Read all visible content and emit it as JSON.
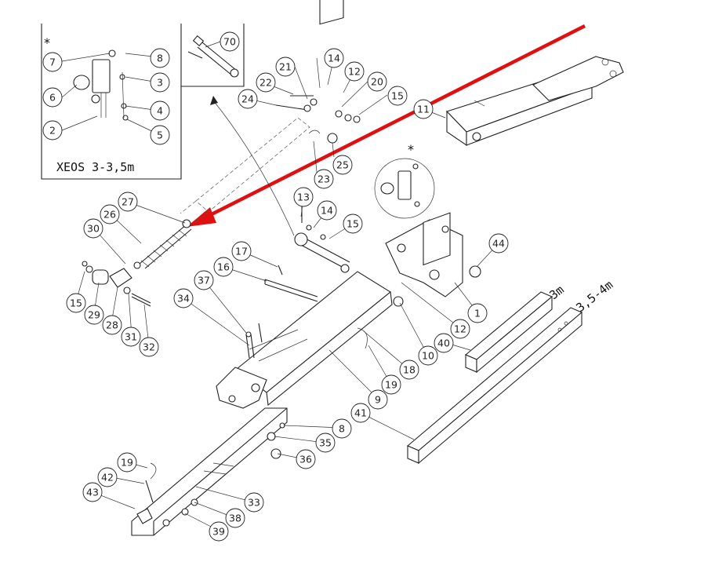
{
  "diagram": {
    "inset_caption": "XEOS 3-3,5m",
    "asterisk": "*",
    "labels": {
      "len3": "3m",
      "len35": "3,5-4m"
    },
    "colors": {
      "highlight_arrow": "#e01010",
      "line": "#222222"
    },
    "part_numbers": [
      "1",
      "2",
      "3",
      "4",
      "5",
      "6",
      "7",
      "8",
      "9",
      "10",
      "11",
      "12",
      "13",
      "14",
      "15",
      "16",
      "17",
      "18",
      "19",
      "20",
      "21",
      "22",
      "23",
      "24",
      "25",
      "26",
      "27",
      "28",
      "29",
      "30",
      "31",
      "32",
      "33",
      "34",
      "35",
      "36",
      "37",
      "38",
      "39",
      "40",
      "41",
      "42",
      "43",
      "44",
      "70"
    ]
  }
}
